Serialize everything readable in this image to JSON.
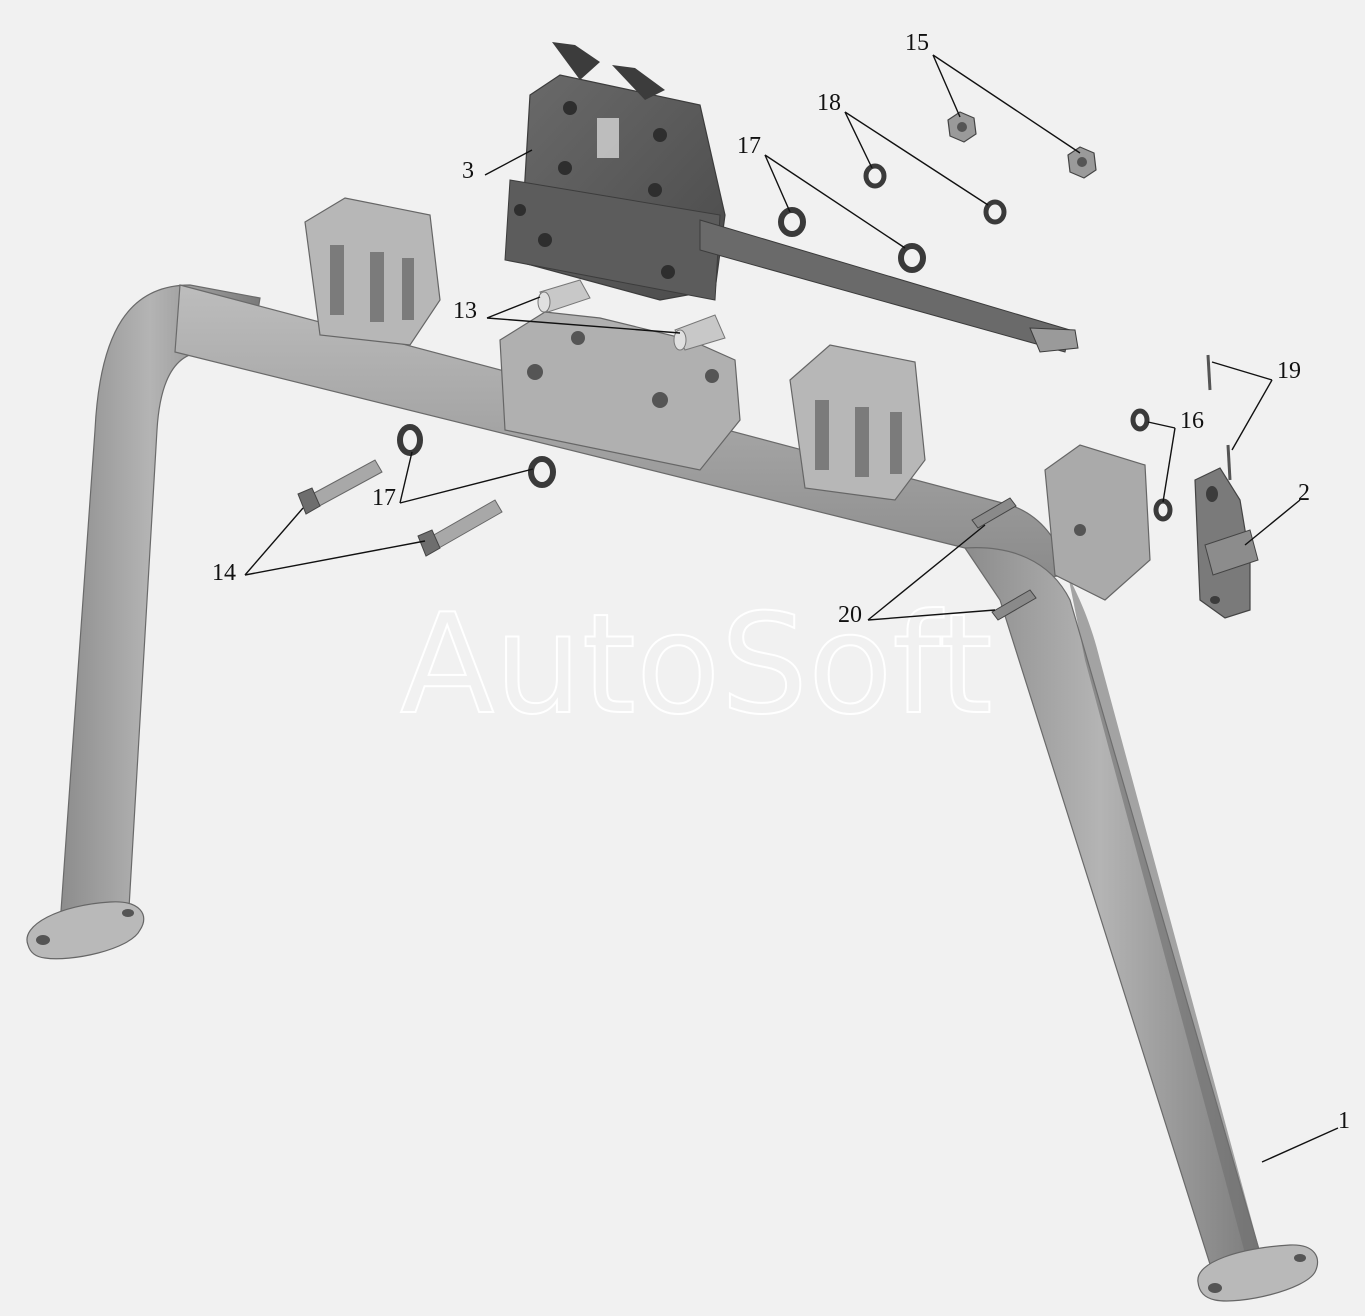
{
  "watermark": "AutoSoft",
  "callouts": {
    "c1": "1",
    "c2": "2",
    "c3": "3",
    "c13": "13",
    "c14": "14",
    "c15": "15",
    "c16": "16",
    "c17_top": "17",
    "c17_bottom": "17",
    "c18": "18",
    "c19": "19",
    "c20": "20"
  },
  "colors": {
    "background": "#f1f1f1",
    "frame_light": "#a8a8a8",
    "frame_dark": "#7b7b7b",
    "plate_dark": "#575757",
    "washer_dark": "#3a3a3a",
    "label": "#111111"
  }
}
